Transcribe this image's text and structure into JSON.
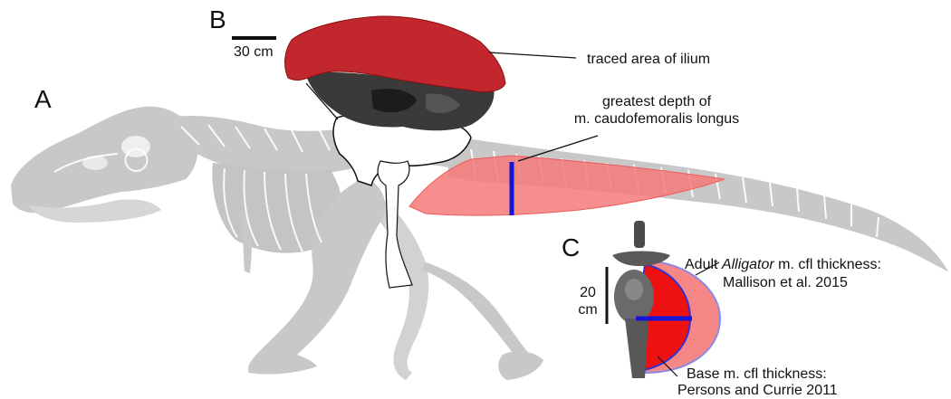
{
  "panels": {
    "a": "A",
    "b": "B",
    "c": "C"
  },
  "scale_b": "30 cm",
  "scale_c": {
    "line1": "20",
    "line2": "cm"
  },
  "ilium_label": "traced area of ilium",
  "depth_label": {
    "line1": "greatest depth of",
    "line2": "m. caudofemoralis longus"
  },
  "adult_label": {
    "prefix": "Adult ",
    "italic": "Alligator",
    "suffix": " m. cfl thickness:",
    "citation": "Mallison et al.  2015"
  },
  "base_label": {
    "line1": "Base m. cfl thickness:",
    "line2": "Persons and Currie 2011"
  },
  "colors": {
    "skeleton": "#c8c8c8",
    "muscle_fill": "#f47a7a",
    "muscle_dark": "#e60000",
    "ilium_red": "#c1272d",
    "depth_line": "#1515d6",
    "adult_outline": "#8a8ae6"
  },
  "icons": {
    "skeleton": "tyrannosaur-skeleton-silhouette",
    "ilium": "ilium-bone-photo",
    "vertebra": "caudal-vertebra-cross-section"
  }
}
